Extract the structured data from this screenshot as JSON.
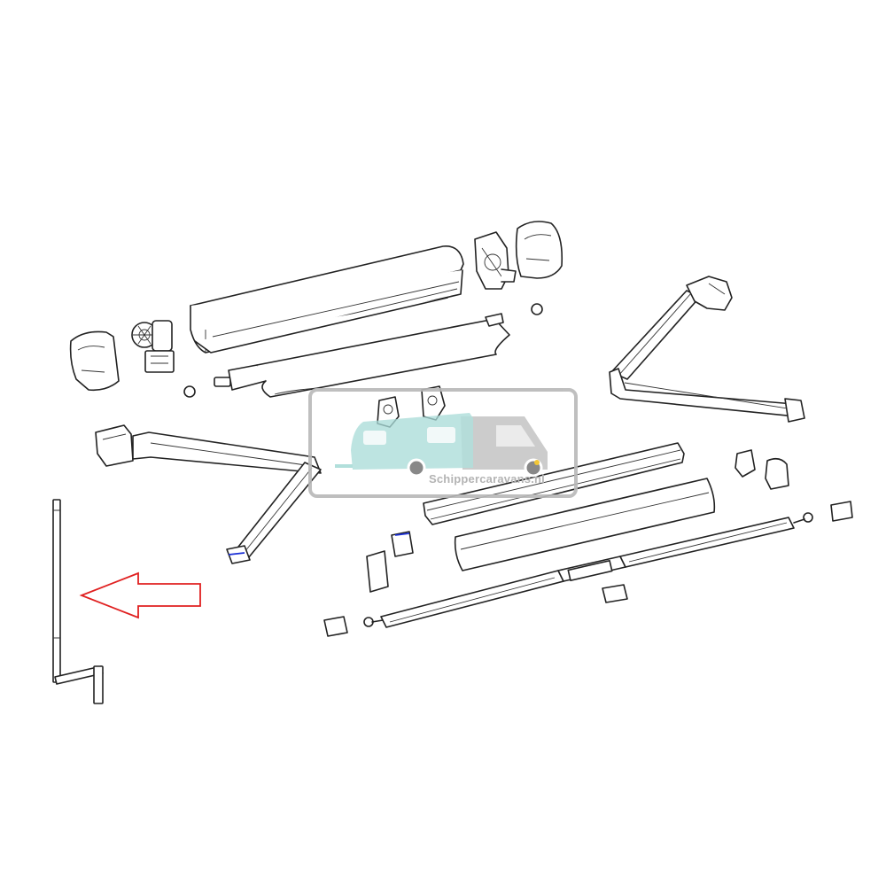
{
  "watermark": {
    "text": "Schippercaravans.nl",
    "caravan_color": "#a9dcd8",
    "van_color": "#b4b4b4",
    "frame_color": "#b8b8b8"
  },
  "highlight": {
    "arrow_color": "#e02020",
    "arrow_direction": "left",
    "target": "crank-handle"
  },
  "accent_color": "#1a2fd6"
}
